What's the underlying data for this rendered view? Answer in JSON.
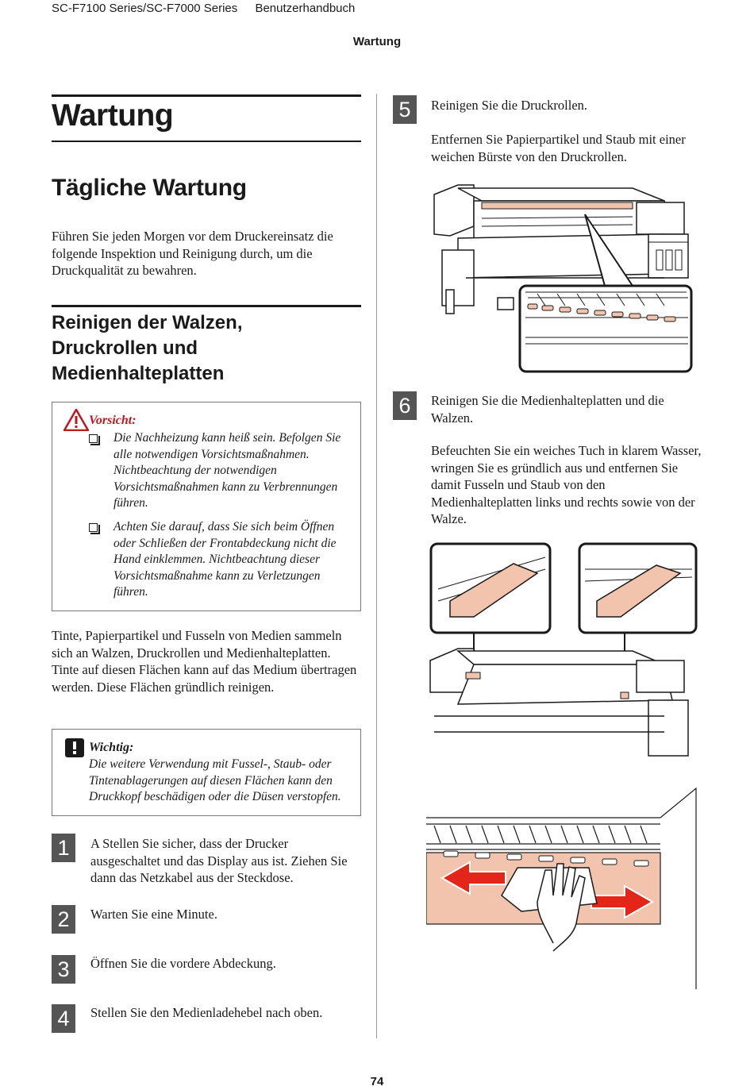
{
  "header": {
    "series": "SC-F7100 Series/SC-F7000 Series",
    "manual": "Benutzerhandbuch",
    "section": "Wartung"
  },
  "left": {
    "title": "Wartung",
    "subtitle": "Tägliche Wartung",
    "intro": "Führen Sie jeden Morgen vor dem Druckereinsatz die folgende Inspektion und Reinigung durch, um die Druckqualität zu bewahren.",
    "section_heading_lines": [
      "Reinigen der Walzen,",
      "Druckrollen und",
      "Medienhalteplatten"
    ],
    "caution": {
      "title": "Vorsicht:",
      "items": [
        "Die Nachheizung kann heiß sein. Befolgen Sie alle notwendigen Vorsichtsmaßnahmen. Nichtbeachtung der notwendigen Vorsichtsmaßnahmen kann zu Verbrennungen führen.",
        "Achten Sie darauf, dass Sie sich beim Öffnen oder Schließen der Frontabdeckung nicht die Hand einklemmen. Nichtbeachtung dieser Vorsichtsmaßnahme kann zu Verletzungen führen."
      ]
    },
    "paragraph": "Tinte, Papierpartikel und Fusseln von Medien sammeln sich an Walzen, Druckrollen und Medienhalteplatten. Tinte auf diesen Flächen kann auf das Medium übertragen werden. Diese Flächen gründlich reinigen.",
    "important": {
      "title": "Wichtig:",
      "text": "Die weitere Verwendung mit Fussel-, Staub- oder Tintenablagerungen auf diesen Flächen kann den Druckkopf beschädigen oder die Düsen verstopfen."
    },
    "steps": [
      {
        "num": "1",
        "text": "A Stellen Sie sicher, dass der Drucker ausgeschaltet und das Display aus ist. Ziehen Sie dann das Netzkabel aus der Steckdose."
      },
      {
        "num": "2",
        "text": "Warten Sie eine Minute."
      },
      {
        "num": "3",
        "text": "Öffnen Sie die vordere Abdeckung."
      },
      {
        "num": "4",
        "text": "Stellen Sie den Medienladehebel nach oben."
      }
    ]
  },
  "right": {
    "step5": {
      "num": "5",
      "title": "Reinigen Sie die Druckrollen.",
      "text": "Entfernen Sie Papierpartikel und Staub mit einer weichen Bürste von den Druckrollen."
    },
    "step6": {
      "num": "6",
      "title": "Reinigen Sie die Medienhalteplatten und die Walzen.",
      "text": "Befeuchten Sie ein weiches Tuch in klarem Wasser, wringen Sie es gründlich aus und entfernen Sie damit Fusseln und Staub von den Medienhalteplatten links und rechts sowie von der Walze."
    }
  },
  "page_number": "74",
  "colors": {
    "caution_red": "#c0171e",
    "step_gray": "#555555",
    "highlight": "#f2c4ad"
  }
}
